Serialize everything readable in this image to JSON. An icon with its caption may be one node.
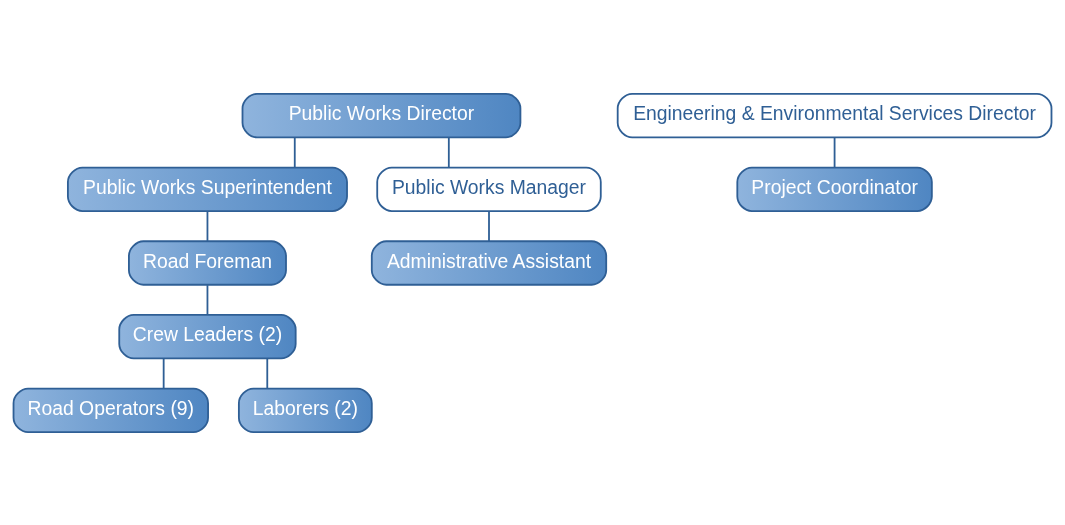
{
  "diagram": {
    "nodes": [
      {
        "text": [
          "Public Works Director"
        ]
      },
      {
        "text": [
          "Public Works Superintendent"
        ]
      },
      {
        "text": [
          "Public Works Manager"
        ]
      },
      {
        "text": [
          "Road Foreman"
        ]
      },
      {
        "text": [
          "Administrative Assistant"
        ]
      },
      {
        "text": [
          "Crew Leaders (2)"
        ]
      },
      {
        "text": [
          "Road Operators (9)"
        ]
      },
      {
        "text": [
          "Laborers (2)"
        ]
      },
      {
        "text": [
          "Engineering & Environmental Services Director"
        ]
      },
      {
        "text": [
          "Project Coordinator"
        ]
      }
    ],
    "edges": [
      {
        "from": 0,
        "to": 1,
        "arrow": "none"
      },
      {
        "from": 0,
        "to": 2,
        "arrow": "none"
      },
      {
        "from": 1,
        "to": 3,
        "arrow": "none"
      },
      {
        "from": 2,
        "to": 4,
        "arrow": "none"
      },
      {
        "from": 3,
        "to": 5,
        "arrow": "none"
      },
      {
        "from": 5,
        "to": 6,
        "arrow": "none"
      },
      {
        "from": 5,
        "to": 7,
        "arrow": "none"
      },
      {
        "from": 8,
        "to": 9,
        "arrow": "none"
      }
    ]
  }
}
